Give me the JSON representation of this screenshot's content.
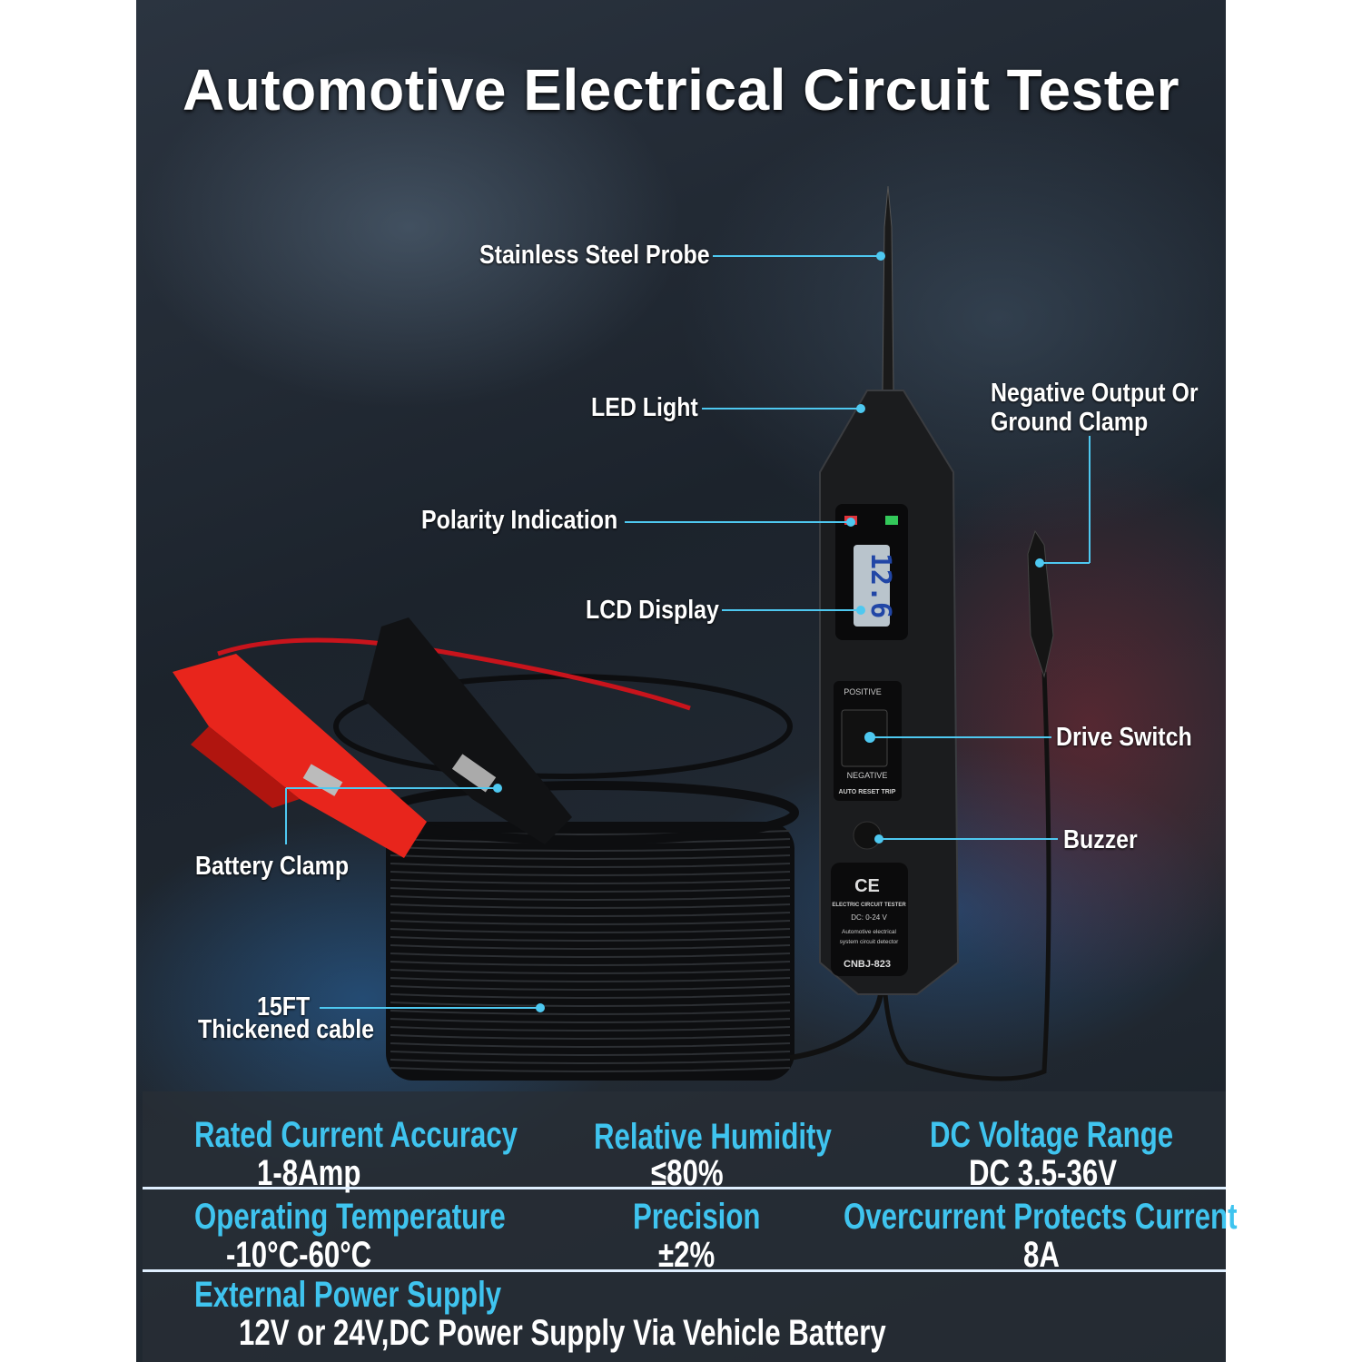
{
  "title": "Automotive Electrical Circuit Tester",
  "callouts": {
    "probe": "Stainless Steel Probe",
    "led": "LED Light",
    "negative_line1": "Negative Output Or",
    "negative_line2": "Ground Clamp",
    "polarity": "Polarity Indication",
    "lcd": "LCD Display",
    "drive": "Drive Switch",
    "buzzer": "Buzzer",
    "battery": "Battery Clamp",
    "cable_line1": "15FT",
    "cable_line2": "Thickened cable"
  },
  "device": {
    "lcd_reading": "12.6",
    "switch_top": "POSITIVE",
    "switch_bottom": "NEGATIVE",
    "reset": "AUTO RESET TRIP",
    "label_lines": [
      "ELECTRIC CIRCUIT TESTER",
      "DC: 0-24 V",
      "Automotive electrical",
      "system circuit detector"
    ],
    "model": "CNBJ-823",
    "marks": "CE"
  },
  "specs": [
    {
      "label": "Rated Current Accuracy",
      "value": "1-8Amp"
    },
    {
      "label": "Relative Humidity",
      "value": "≤80%"
    },
    {
      "label": "DC Voltage Range",
      "value": "DC 3.5-36V"
    },
    {
      "label": "Operating Temperature",
      "value": "-10°C-60°C"
    },
    {
      "label": "Precision",
      "value": "±2%"
    },
    {
      "label": "Overcurrent Protects Current",
      "value": "8A"
    },
    {
      "label": "External Power Supply",
      "value": "12V or 24V,DC Power Supply Via Vehicle Battery"
    }
  ],
  "colors": {
    "accent": "#3fc4ef",
    "leader": "#4ec8f0",
    "clamp_red": "#e8251c",
    "body": "#1b1c1e"
  }
}
